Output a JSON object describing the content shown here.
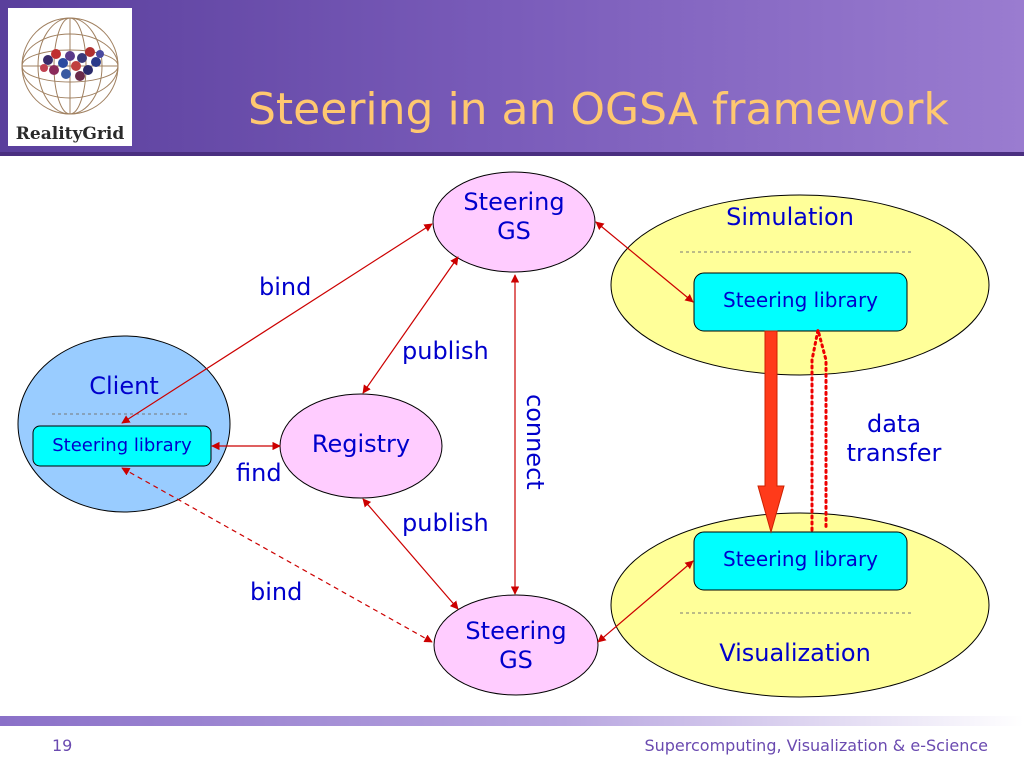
{
  "header": {
    "title": "Steering in an OGSA framework",
    "logo_text": "RealityGrid"
  },
  "footer": {
    "slide_number": "19",
    "text": "Supercomputing, Visualization & e-Science"
  },
  "diagram": {
    "nodes": {
      "steering_gs_top": {
        "line1": "Steering",
        "line2": "GS"
      },
      "steering_gs_bottom": {
        "line1": "Steering",
        "line2": "GS"
      },
      "registry": {
        "label": "Registry"
      },
      "client": {
        "label": "Client",
        "library": "Steering library"
      },
      "simulation": {
        "label": "Simulation",
        "library": "Steering library"
      },
      "visualization": {
        "label": "Visualization",
        "library": "Steering library"
      }
    },
    "edge_labels": {
      "bind_top": "bind",
      "publish_top": "publish",
      "find": "find",
      "publish_bottom": "publish",
      "bind_bottom": "bind",
      "connect": "connect",
      "data_transfer_line1": "data",
      "data_transfer_line2": "transfer"
    },
    "colors": {
      "gs_fill": "#ffccff",
      "registry_fill": "#ffccff",
      "client_fill": "#99ccff",
      "sim_vis_fill": "#ffff99",
      "library_fill": "#00ffff",
      "arrow": "#cc0000",
      "text": "#0000cc"
    }
  }
}
